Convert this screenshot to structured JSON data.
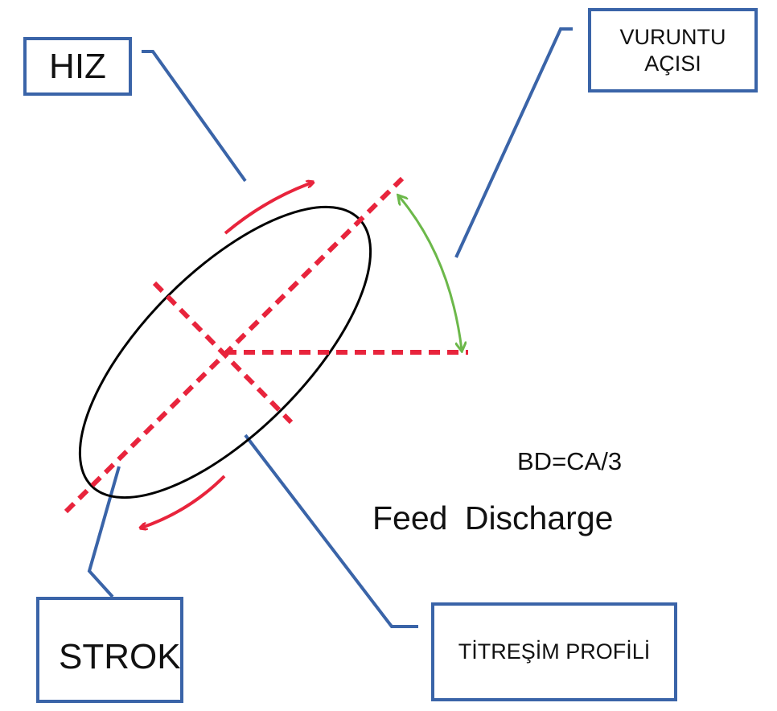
{
  "labels": {
    "hiz": "HIZ",
    "vuruntu_line1": "VURUNTU",
    "vuruntu_line2": "AÇISI",
    "strok": "STROK",
    "titresim_profili": "TİTREŞİM PROFİLİ"
  },
  "annotations": {
    "formula": "BD=CA/3",
    "feed_discharge": "Feed  Discharge"
  },
  "colors": {
    "leader_line": "#3a64a8",
    "dashed_axes": "#e8243c",
    "rotation_arrows": "#e8243c",
    "angle_arc": "#6cb84a",
    "ellipse": "#000000"
  },
  "icons": {
    "rotation_top": "curved-arrow-clockwise-icon",
    "rotation_bottom": "curved-arrow-clockwise-icon",
    "angle": "double-headed-arc-arrow-icon"
  }
}
